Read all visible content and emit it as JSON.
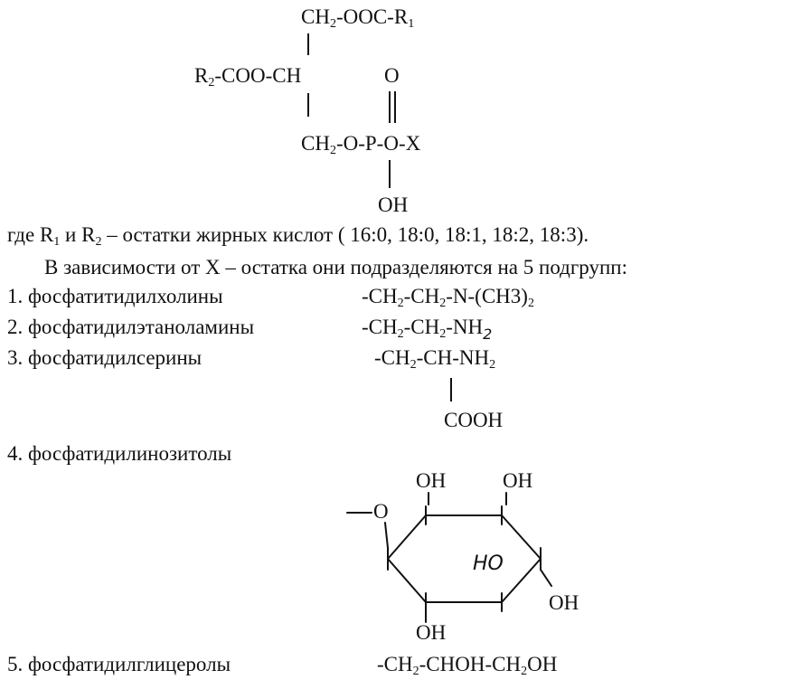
{
  "structure": {
    "r1_group_prefix": "CH",
    "r1_group_mid": "-OOC-R",
    "r2_group_prefix": "R",
    "r2_group_suffix": "-COO-CH",
    "carbonyl_o": "O",
    "phos_prefix": "CH",
    "phos_suffix": "-O-P-O-X",
    "oh_label": "OH",
    "sub_2": "2",
    "sub_1": "1"
  },
  "text": {
    "where_prefix": "где R",
    "where_mid": " и R",
    "where_suffix": " – остатки жирных кислот ( 16:0, 18:0, 18:1, 18:2, 18:3).",
    "classification": "В зависимости от X – остатка они подразделяются на 5 подгрупп:"
  },
  "items": [
    {
      "label": "1. фосфатитидилхолины",
      "formula_pre": "-CH",
      "formula_mid": "-CH",
      "formula_post": "-N-(CH",
      "formula_tail": ")"
    },
    {
      "label": "2. фосфатидилэтаноламины",
      "formula_pre": "-CH",
      "formula_mid": "-CH",
      "formula_post": "-NH",
      "formula_hand": "2"
    },
    {
      "label": "3. фосфатидилсерины",
      "formula_pre": "-CH",
      "formula_mid": "-CH-NH",
      "cooh": "COOH"
    },
    {
      "label": "4. фосфатидилинозитолы"
    },
    {
      "label": "5. фосфатидилглицеролы",
      "formula_pre": "-CH",
      "formula_mid": "-CHOH-CH",
      "formula_post": "OH"
    }
  ],
  "inositol": {
    "o_label": "O",
    "oh_top_left": "OH",
    "oh_top_right": "OH",
    "ho_inner": "HO",
    "oh_right": "OH",
    "oh_bottom": "OH"
  }
}
